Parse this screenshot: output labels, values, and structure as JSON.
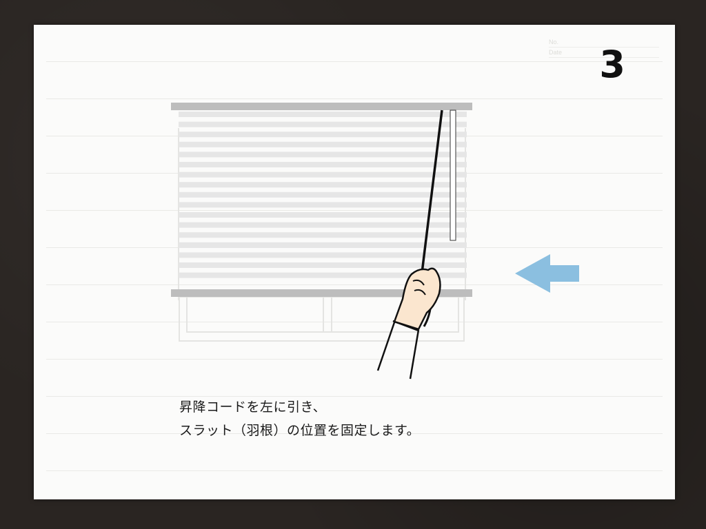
{
  "header": {
    "no_label": "No.",
    "date_label": "Date",
    "step_number": "3"
  },
  "instruction": {
    "line1": "昇降コードを左に引き、",
    "line2": "スラット（羽根）の位置を固定します。"
  },
  "colors": {
    "arrow": "#8bbfe0",
    "rail": "#bdbdbd",
    "slat": "#e6e6e6",
    "skin": "#fbe6cf"
  },
  "icons": {
    "direction_arrow": "arrow-left-icon",
    "hand": "hand-pulling-cord-icon"
  }
}
